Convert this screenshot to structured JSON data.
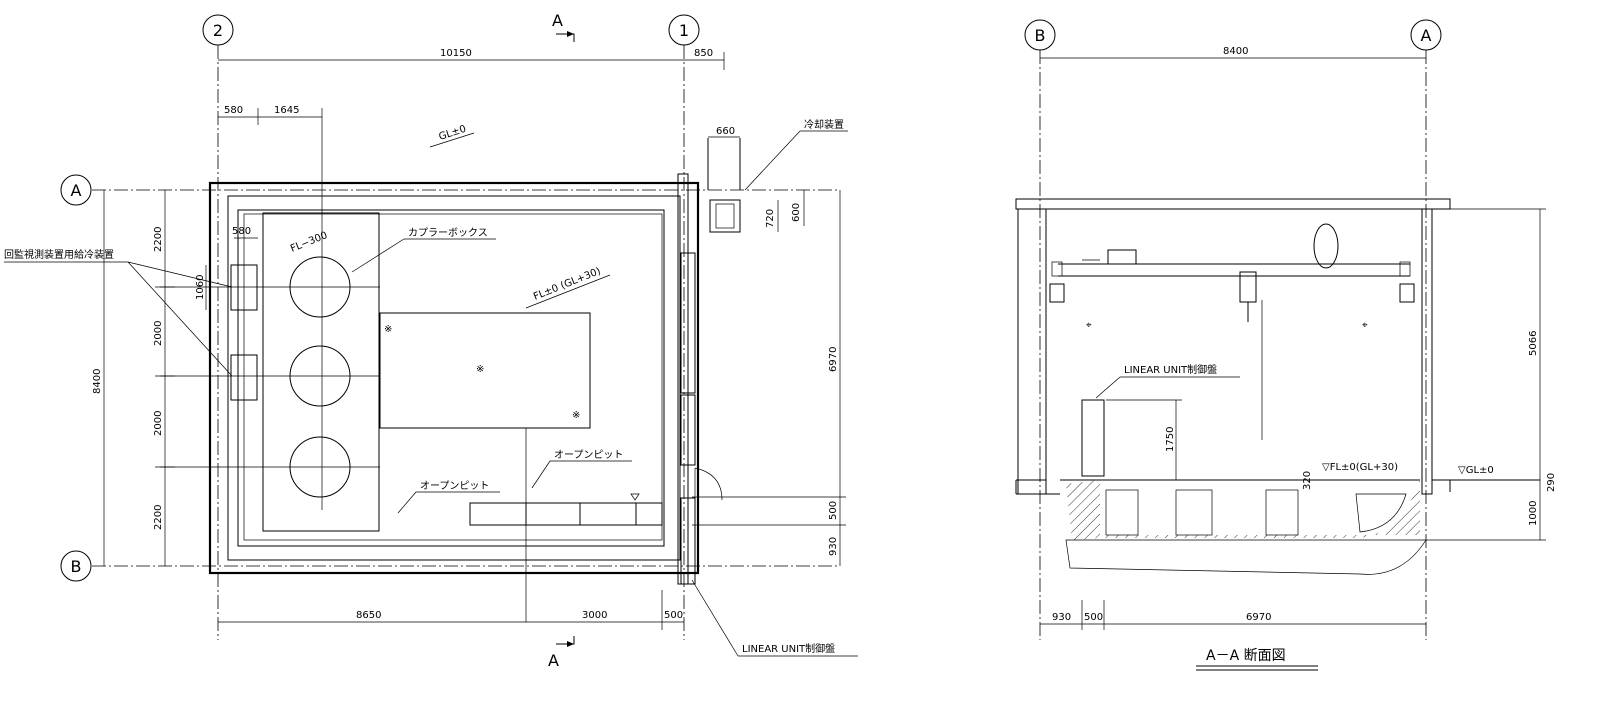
{
  "plan": {
    "axes": {
      "axis_2": "2",
      "axis_1": "1",
      "axis_a": "A",
      "axis_b": "B"
    },
    "section_marks": {
      "top": "A",
      "bottom": "A"
    },
    "dims_top": {
      "overall": "10150",
      "right": "850",
      "d580": "580",
      "d1645": "1645",
      "d660": "660",
      "d580b": "580",
      "d600": "600",
      "d720": "720"
    },
    "dims_left": {
      "total": "8400",
      "d1": "2200",
      "d2": "2000",
      "d3": "2000",
      "d4": "2200",
      "d1060": "1060"
    },
    "dims_right": {
      "d6970": "6970",
      "d500": "500",
      "d930": "930"
    },
    "dims_bottom": {
      "d8650": "8650",
      "d3000": "3000",
      "d500": "500"
    },
    "labels": {
      "gl": "GL±0",
      "fl300": "FL−300",
      "fl0": "FL±0 (GL+30)",
      "coupler_box": "カプラーボックス",
      "cooling": "冷却装置",
      "monitor_water": "回監視測装置用給冷装置",
      "open_pit_1": "オープンピット",
      "open_pit_2": "オープンピット",
      "linear_unit_panel": "LINEAR UNIT制御盤",
      "asterisk": "※"
    }
  },
  "section": {
    "axes": {
      "axis_b": "B",
      "axis_a": "A"
    },
    "dims": {
      "top": "8400",
      "height": "5066",
      "d1750": "1750",
      "d320": "320",
      "d290": "290",
      "d1000": "1000",
      "d930": "930",
      "d500": "500",
      "d6970": "6970"
    },
    "labels": {
      "linear_unit_panel": "LINEAR UNIT制御盤",
      "fl0": "▽FL±0(GL+30)",
      "gl0": "▽GL±0"
    },
    "title": "A－A 断面図"
  }
}
